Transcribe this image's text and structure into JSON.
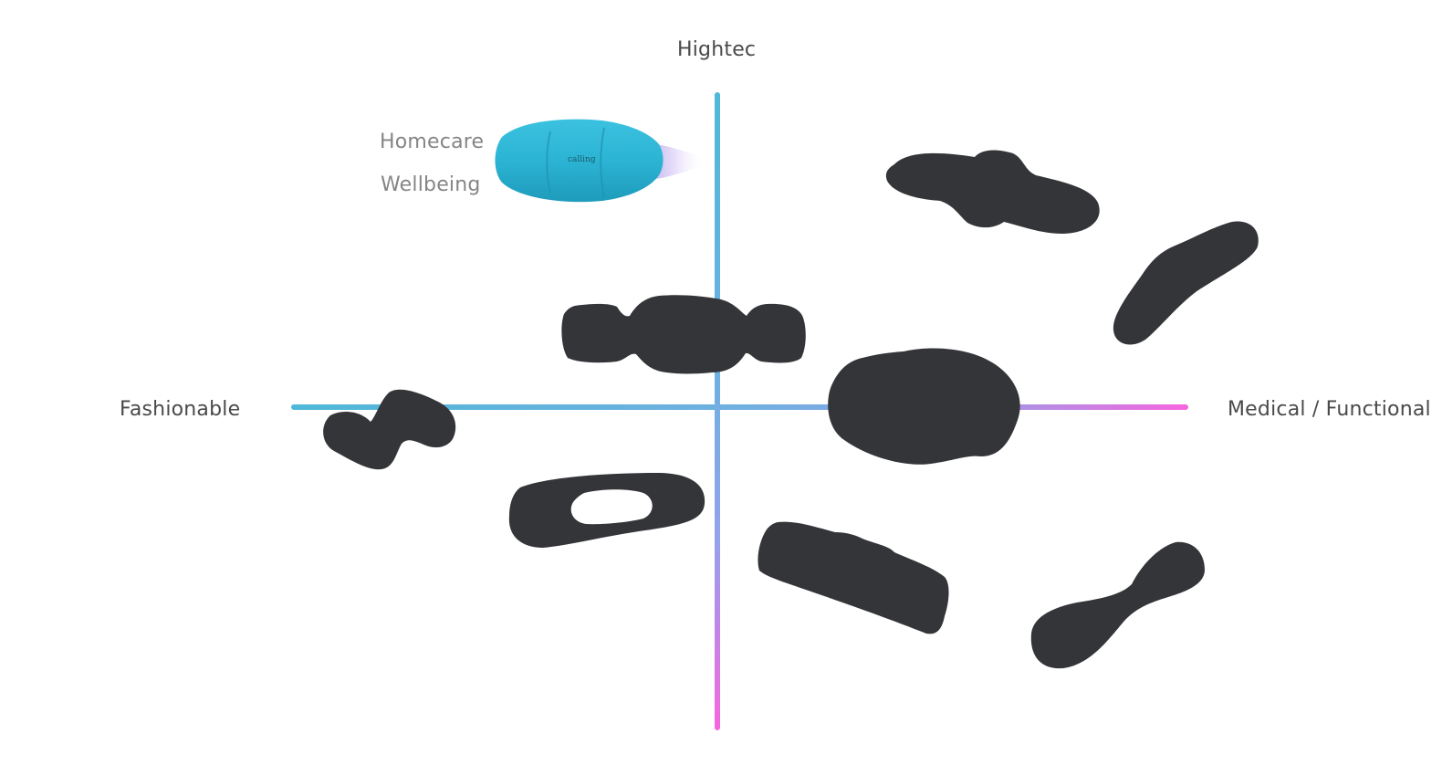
{
  "axes": {
    "top": "Hightec",
    "left": "Fashionable",
    "right": "Medical / Functional"
  },
  "device": {
    "labels": [
      "Homecare",
      "Wellbeing"
    ],
    "brand_text": "calling",
    "color": "#2cb4d4"
  },
  "colors": {
    "axis_blue": "#4fb8d8",
    "axis_mid": "#7fa8e6",
    "axis_pink": "#f566e0",
    "shape_fill": "#333538",
    "text": "#4a4a4a"
  },
  "shapes": [
    {
      "name": "cloud-blob",
      "quadrant": "top-right"
    },
    {
      "name": "foot-insole",
      "quadrant": "top-right"
    },
    {
      "name": "bowtie-patch",
      "quadrant": "center-top"
    },
    {
      "name": "zigzag-patch",
      "quadrant": "left"
    },
    {
      "name": "round-blob",
      "quadrant": "center-right"
    },
    {
      "name": "ring-patch",
      "quadrant": "bottom-left"
    },
    {
      "name": "bar-patch",
      "quadrant": "bottom-right"
    },
    {
      "name": "dogbone-patch",
      "quadrant": "bottom-right"
    }
  ]
}
